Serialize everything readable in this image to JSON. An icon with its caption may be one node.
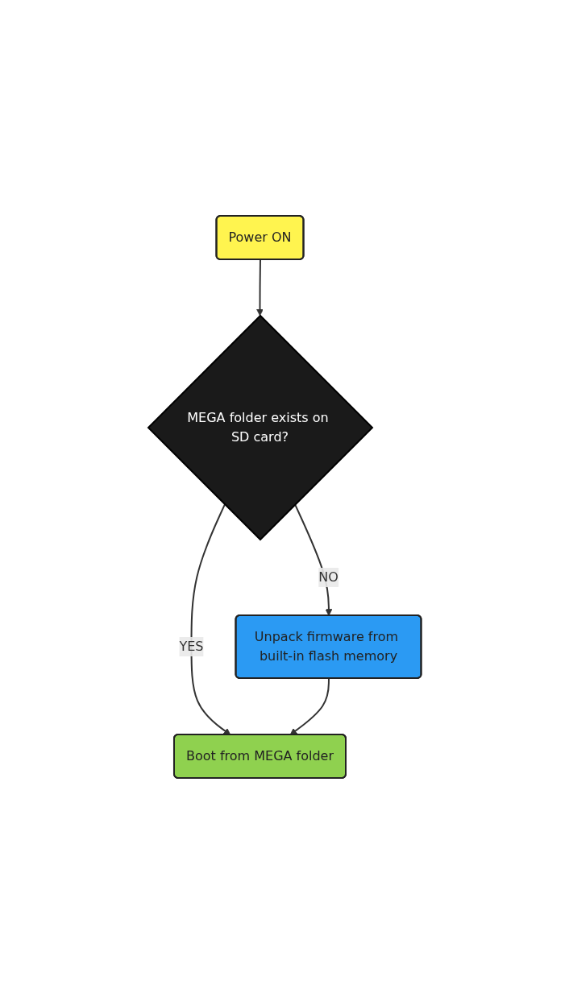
{
  "diagram": {
    "nodes": [
      {
        "text": [
          "Power ON"
        ]
      },
      {
        "text": [
          "MEGA folder exists on SD card?"
        ]
      },
      {
        "text": [
          "Unpack firmware from built-in flash memory"
        ]
      },
      {
        "text": [
          "Boot from MEGA folder"
        ]
      }
    ],
    "edges": [
      {
        "from": 0,
        "to": 1,
        "arrow": "to"
      },
      {
        "from": 1,
        "to": 3,
        "label": "YES",
        "arrow": "to"
      },
      {
        "from": 1,
        "to": 2,
        "label": "NO",
        "arrow": "to"
      },
      {
        "from": 2,
        "to": 3,
        "arrow": "to"
      }
    ]
  }
}
